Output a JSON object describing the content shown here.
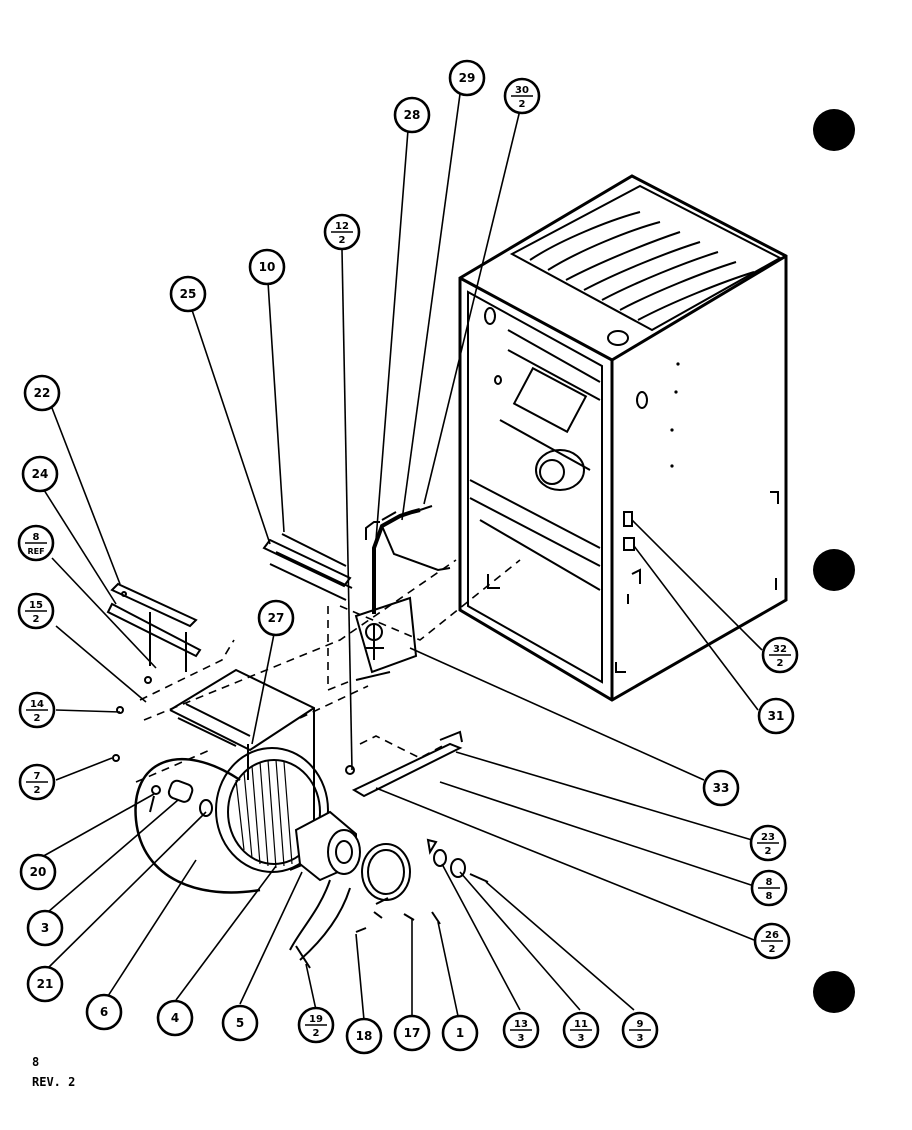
{
  "footer": {
    "page": "8",
    "revision": "REV. 2"
  },
  "callouts": [
    {
      "id": "c29",
      "top": "29",
      "bottom": ""
    },
    {
      "id": "c30",
      "top": "30",
      "bottom": "2"
    },
    {
      "id": "c28",
      "top": "28",
      "bottom": ""
    },
    {
      "id": "c12a",
      "top": "12",
      "bottom": "2"
    },
    {
      "id": "c10",
      "top": "10",
      "bottom": ""
    },
    {
      "id": "c25",
      "top": "25",
      "bottom": ""
    },
    {
      "id": "c22",
      "top": "22",
      "bottom": ""
    },
    {
      "id": "c24",
      "top": "24",
      "bottom": ""
    },
    {
      "id": "c8ref",
      "top": "8",
      "bottom": "REF"
    },
    {
      "id": "c15",
      "top": "15",
      "bottom": "2"
    },
    {
      "id": "c27",
      "top": "27",
      "bottom": ""
    },
    {
      "id": "c14",
      "top": "14",
      "bottom": "2"
    },
    {
      "id": "c7",
      "top": "7",
      "bottom": "2"
    },
    {
      "id": "c20",
      "top": "20",
      "bottom": ""
    },
    {
      "id": "c3",
      "top": "3",
      "bottom": ""
    },
    {
      "id": "c21",
      "top": "21",
      "bottom": ""
    },
    {
      "id": "c6",
      "top": "6",
      "bottom": ""
    },
    {
      "id": "c4",
      "top": "4",
      "bottom": ""
    },
    {
      "id": "c5",
      "top": "5",
      "bottom": ""
    },
    {
      "id": "c19",
      "top": "19",
      "bottom": "2"
    },
    {
      "id": "c18",
      "top": "18",
      "bottom": ""
    },
    {
      "id": "c17",
      "top": "17",
      "bottom": ""
    },
    {
      "id": "c1",
      "top": "1",
      "bottom": ""
    },
    {
      "id": "c13",
      "top": "13",
      "bottom": "3"
    },
    {
      "id": "c11",
      "top": "11",
      "bottom": "3"
    },
    {
      "id": "c9",
      "top": "9",
      "bottom": "3"
    },
    {
      "id": "c26",
      "top": "26",
      "bottom": "2"
    },
    {
      "id": "c8",
      "top": "8",
      "bottom": "8"
    },
    {
      "id": "c23",
      "top": "23",
      "bottom": "2"
    },
    {
      "id": "c33",
      "top": "33",
      "bottom": ""
    },
    {
      "id": "c31",
      "top": "31",
      "bottom": ""
    },
    {
      "id": "c32",
      "top": "32",
      "bottom": "2"
    }
  ]
}
